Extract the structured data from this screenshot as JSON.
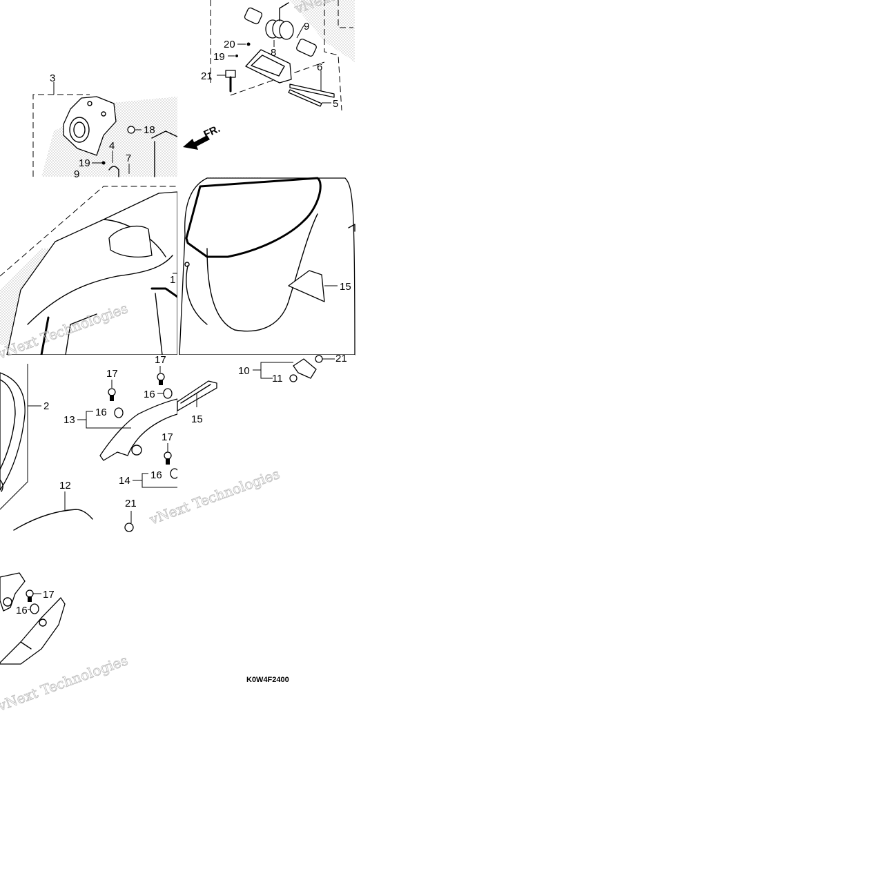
{
  "diagram": {
    "part_code": "K0W4F2400",
    "front_indicator": "FR.",
    "watermark": "vNext Technologies",
    "callouts": {
      "n1": "1",
      "n2": "2",
      "n3": "3",
      "n4": "4",
      "n5": "5",
      "n6": "6",
      "n7": "7",
      "n8": "8",
      "n9": "9",
      "n10": "10",
      "n11": "11",
      "n12": "12",
      "n13": "13",
      "n14": "14",
      "n15": "15",
      "n16": "16",
      "n17": "17",
      "n18": "18",
      "n19": "19",
      "n20": "20",
      "n21": "21"
    }
  }
}
